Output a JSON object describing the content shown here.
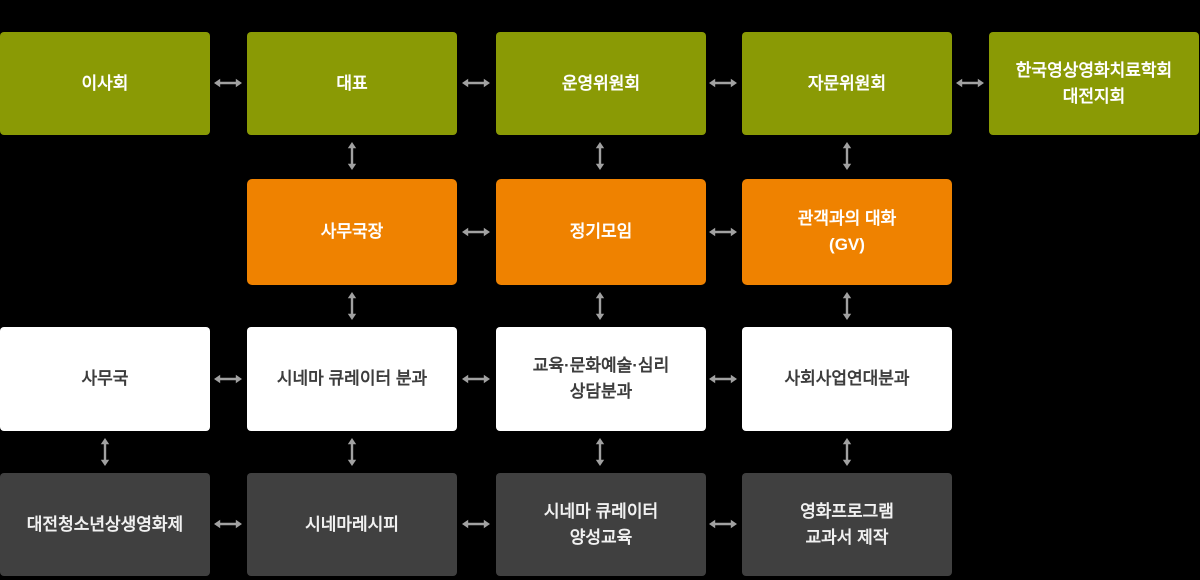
{
  "diagram": {
    "background": "#000000",
    "colors": {
      "olive": "#8a9a05",
      "orange": "#ef8200",
      "white": "#ffffff",
      "dark": "#404040",
      "arrow": "#a1a1a1",
      "text_on_color": "#ffffff",
      "text_on_white": "#3d3d3d"
    },
    "nodes": [
      {
        "label": "이사회",
        "tier": "governance"
      },
      {
        "label": "대표",
        "tier": "governance"
      },
      {
        "label": "운영위원회",
        "tier": "governance"
      },
      {
        "label": "자문위원회",
        "tier": "governance"
      },
      {
        "label": "한국영상영화치료학회\n대전지회",
        "tier": "governance"
      },
      {
        "label": "사무국장",
        "tier": "management"
      },
      {
        "label": "정기모임",
        "tier": "management"
      },
      {
        "label": "관객과의 대화\n(GV)",
        "tier": "management"
      },
      {
        "label": "사무국",
        "tier": "division"
      },
      {
        "label": "시네마 큐레이터 분과",
        "tier": "division"
      },
      {
        "label": "교육·문화예술·심리\n상담분과",
        "tier": "division"
      },
      {
        "label": "사회사업연대분과",
        "tier": "division"
      },
      {
        "label": "대전청소년상생영화제",
        "tier": "program"
      },
      {
        "label": "시네마레시피",
        "tier": "program"
      },
      {
        "label": "시네마 큐레이터\n양성교육",
        "tier": "program"
      },
      {
        "label": "영화프로그램\n교과서 제작",
        "tier": "program"
      }
    ],
    "connections": [
      {
        "from": "이사회",
        "to": "대표",
        "direction": "horizontal"
      },
      {
        "from": "대표",
        "to": "운영위원회",
        "direction": "horizontal"
      },
      {
        "from": "운영위원회",
        "to": "자문위원회",
        "direction": "horizontal"
      },
      {
        "from": "자문위원회",
        "to": "한국영상영화치료학회 대전지회",
        "direction": "horizontal"
      },
      {
        "from": "사무국장",
        "to": "정기모임",
        "direction": "horizontal"
      },
      {
        "from": "정기모임",
        "to": "관객과의 대화 (GV)",
        "direction": "horizontal"
      },
      {
        "from": "사무국",
        "to": "시네마 큐레이터 분과",
        "direction": "horizontal"
      },
      {
        "from": "시네마 큐레이터 분과",
        "to": "교육·문화예술·심리 상담분과",
        "direction": "horizontal"
      },
      {
        "from": "교육·문화예술·심리 상담분과",
        "to": "사회사업연대분과",
        "direction": "horizontal"
      },
      {
        "from": "대전청소년상생영화제",
        "to": "시네마레시피",
        "direction": "horizontal"
      },
      {
        "from": "시네마레시피",
        "to": "시네마 큐레이터 양성교육",
        "direction": "horizontal"
      },
      {
        "from": "시네마 큐레이터 양성교육",
        "to": "영화프로그램 교과서 제작",
        "direction": "horizontal"
      },
      {
        "from": "대표",
        "to": "사무국장",
        "direction": "vertical"
      },
      {
        "from": "운영위원회",
        "to": "정기모임",
        "direction": "vertical"
      },
      {
        "from": "자문위원회",
        "to": "관객과의 대화 (GV)",
        "direction": "vertical"
      },
      {
        "from": "사무국장",
        "to": "시네마 큐레이터 분과",
        "direction": "vertical"
      },
      {
        "from": "정기모임",
        "to": "교육·문화예술·심리 상담분과",
        "direction": "vertical"
      },
      {
        "from": "관객과의 대화 (GV)",
        "to": "사회사업연대분과",
        "direction": "vertical"
      },
      {
        "from": "사무국",
        "to": "대전청소년상생영화제",
        "direction": "vertical"
      },
      {
        "from": "시네마 큐레이터 분과",
        "to": "시네마레시피",
        "direction": "vertical"
      },
      {
        "from": "교육·문화예술·심리 상담분과",
        "to": "시네마 큐레이터 양성교육",
        "direction": "vertical"
      },
      {
        "from": "사회사업연대분과",
        "to": "영화프로그램 교과서 제작",
        "direction": "vertical"
      }
    ]
  }
}
